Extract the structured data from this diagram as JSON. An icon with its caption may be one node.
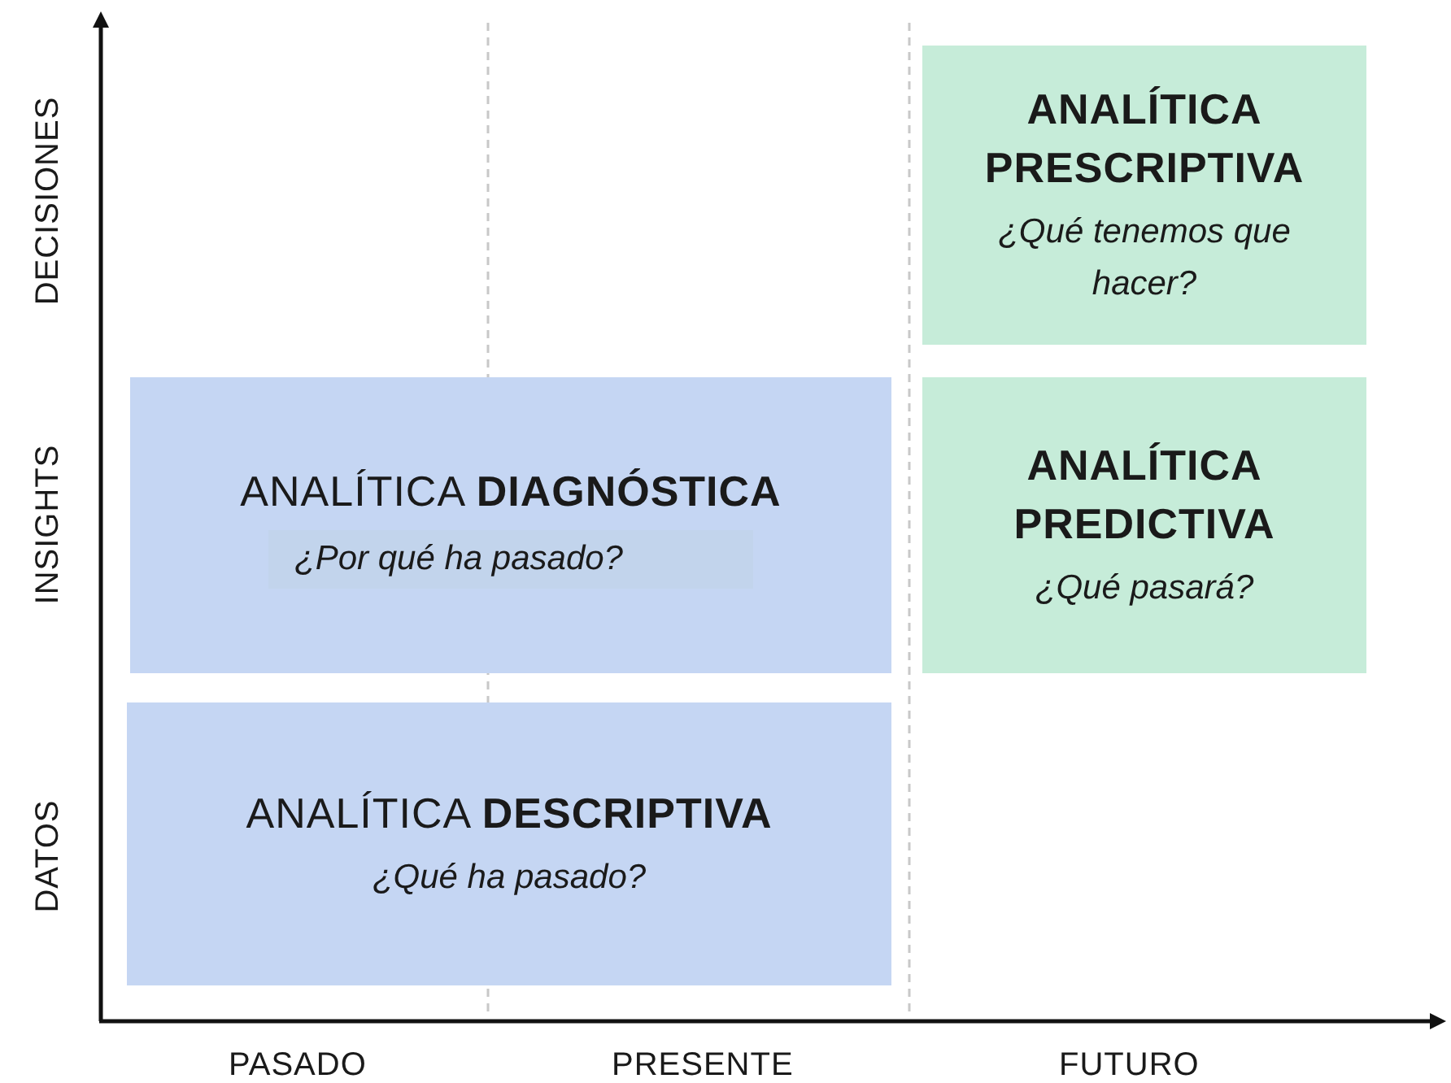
{
  "diagram": {
    "nodes": [
      {
        "text": [
          "ANALÍTICA PRESCRIPTIVA",
          "¿Qué tenemos que hacer?"
        ]
      },
      {
        "text": [
          "ANALÍTICA **DIAGNÓSTICA**",
          "¿Por qué ha pasado?"
        ]
      },
      {
        "text": [
          "ANALÍTICA PREDICTIVA",
          "¿Qué pasará?"
        ]
      },
      {
        "text": [
          "ANALÍTICA **DESCRIPTIVA**",
          "¿Qué ha pasado?"
        ]
      }
    ],
    "edges": [],
    "labels": [
      "DECISIONES",
      "INSIGHTS",
      "DATOS",
      "PASADO",
      "PRESENTE",
      "FUTURO"
    ]
  }
}
